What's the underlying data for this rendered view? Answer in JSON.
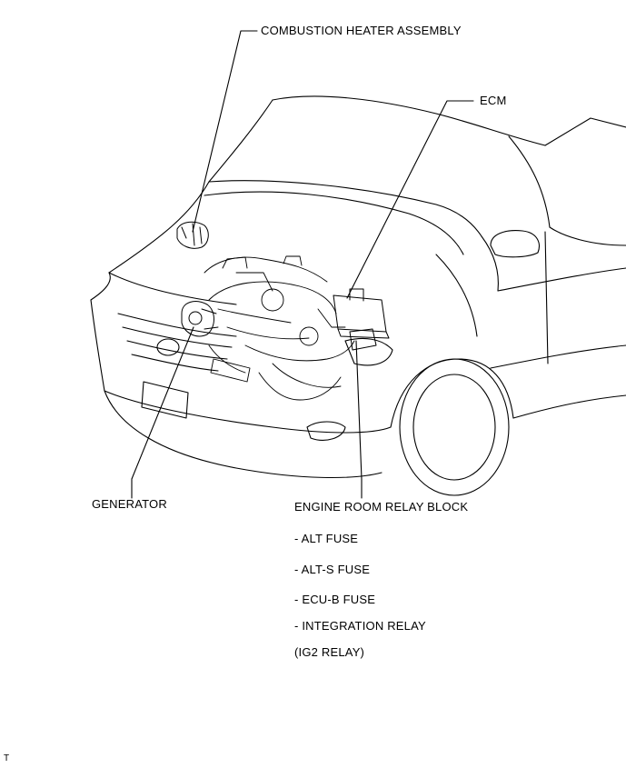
{
  "labels": {
    "combustion_heater": "COMBUSTION HEATER ASSEMBLY",
    "ecm": "ECM",
    "generator": "GENERATOR",
    "engine_room_relay_block": "ENGINE ROOM RELAY BLOCK",
    "alt_fuse": "- ALT FUSE",
    "alt_s_fuse": "- ALT-S FUSE",
    "ecu_b_fuse": "- ECU-B FUSE",
    "integration_relay": "- INTEGRATION RELAY",
    "ig2_relay": "(IG2 RELAY)",
    "corner_mark": "T"
  }
}
